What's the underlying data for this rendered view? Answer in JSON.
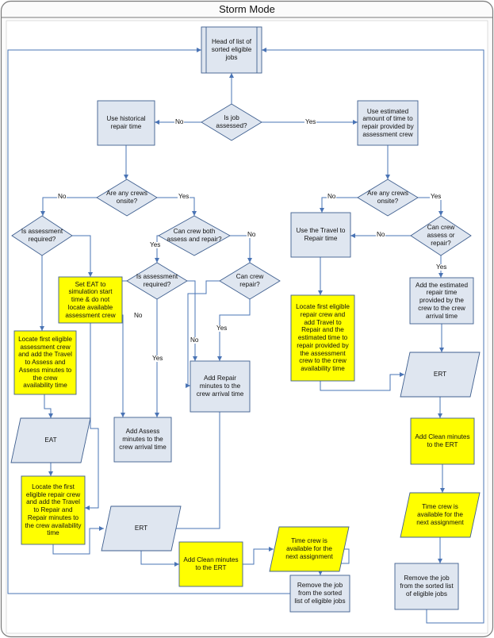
{
  "title": "Storm Mode",
  "colors": {
    "process_fill": "#dfe6f0",
    "highlight_fill": "#ffff00",
    "stroke": "#3f5f8f",
    "edge": "#4a74b5"
  },
  "nodes": {
    "head": "Head of list of sorted eligible jobs",
    "is_assessed": "Is job assessed?",
    "hist_time": "Use historical repair time",
    "est_time": "Use estimated amount of time to repair provided by assessment crew",
    "crews_onsite_l": "Are any crews onsite?",
    "crews_onsite_r": "Are any crews onsite?",
    "assess_req_1": "Is assessment required?",
    "both": "Can crew both assess and repair?",
    "set_eat": "Set EAT to simulation start time & do not locate available assessment crew",
    "assess_req_2": "Is assessment required?",
    "can_repair": "Can crew repair?",
    "locate_assess": "Locate first eligible assessment crew and add the Travel to Assess and Assess minutes to the crew availability time",
    "add_repair_min": "Add Repair minutes to the crew arrival time",
    "eat": "EAT",
    "add_assess_min": "Add Assess minutes to the crew arrival time",
    "locate_repair": "Locate the first eligible repair crew and add the Travel to Repair and Repair minutes to the crew availability time",
    "ert_l": "ERT",
    "clean_l": "Add Clean minutes to the ERT",
    "time_avail_l": "Time crew is available for the next assignment",
    "remove_l": "Remove the job from the sorted list of eligible jobs",
    "travel_repair": "Use the  Travel to Repair time",
    "assess_or_repair": "Can crew assess or repair?",
    "add_est_repair": "Add the estimated repair time provided by the crew to the crew arrival time",
    "locate_first_repair": "Locate first eligible repair crew and add Travel to Repair and the estimated time to repair provided by the assessment crew to the crew availability time",
    "ert_r": "ERT",
    "clean_r": "Add Clean minutes to the ERT",
    "time_avail_r": "Time crew is available for the next assignment",
    "remove_r": "Remove the job from the sorted list of eligible jobs"
  },
  "edge_labels": {
    "no_assessed": "No",
    "yes_assessed": "Yes",
    "no_onsite_l": "No",
    "yes_onsite_l": "Yes",
    "no_onsite_r": "No",
    "yes_onsite_r": "Yes",
    "yes_both": "Yes",
    "no_both": "No",
    "no_assess_req_2": "No",
    "yes_assess_req_2": "Yes",
    "no_can_repair": "No",
    "yes_can_repair": "Yes",
    "no_assess_or_repair": "No",
    "yes_assess_or_repair": "Yes"
  }
}
